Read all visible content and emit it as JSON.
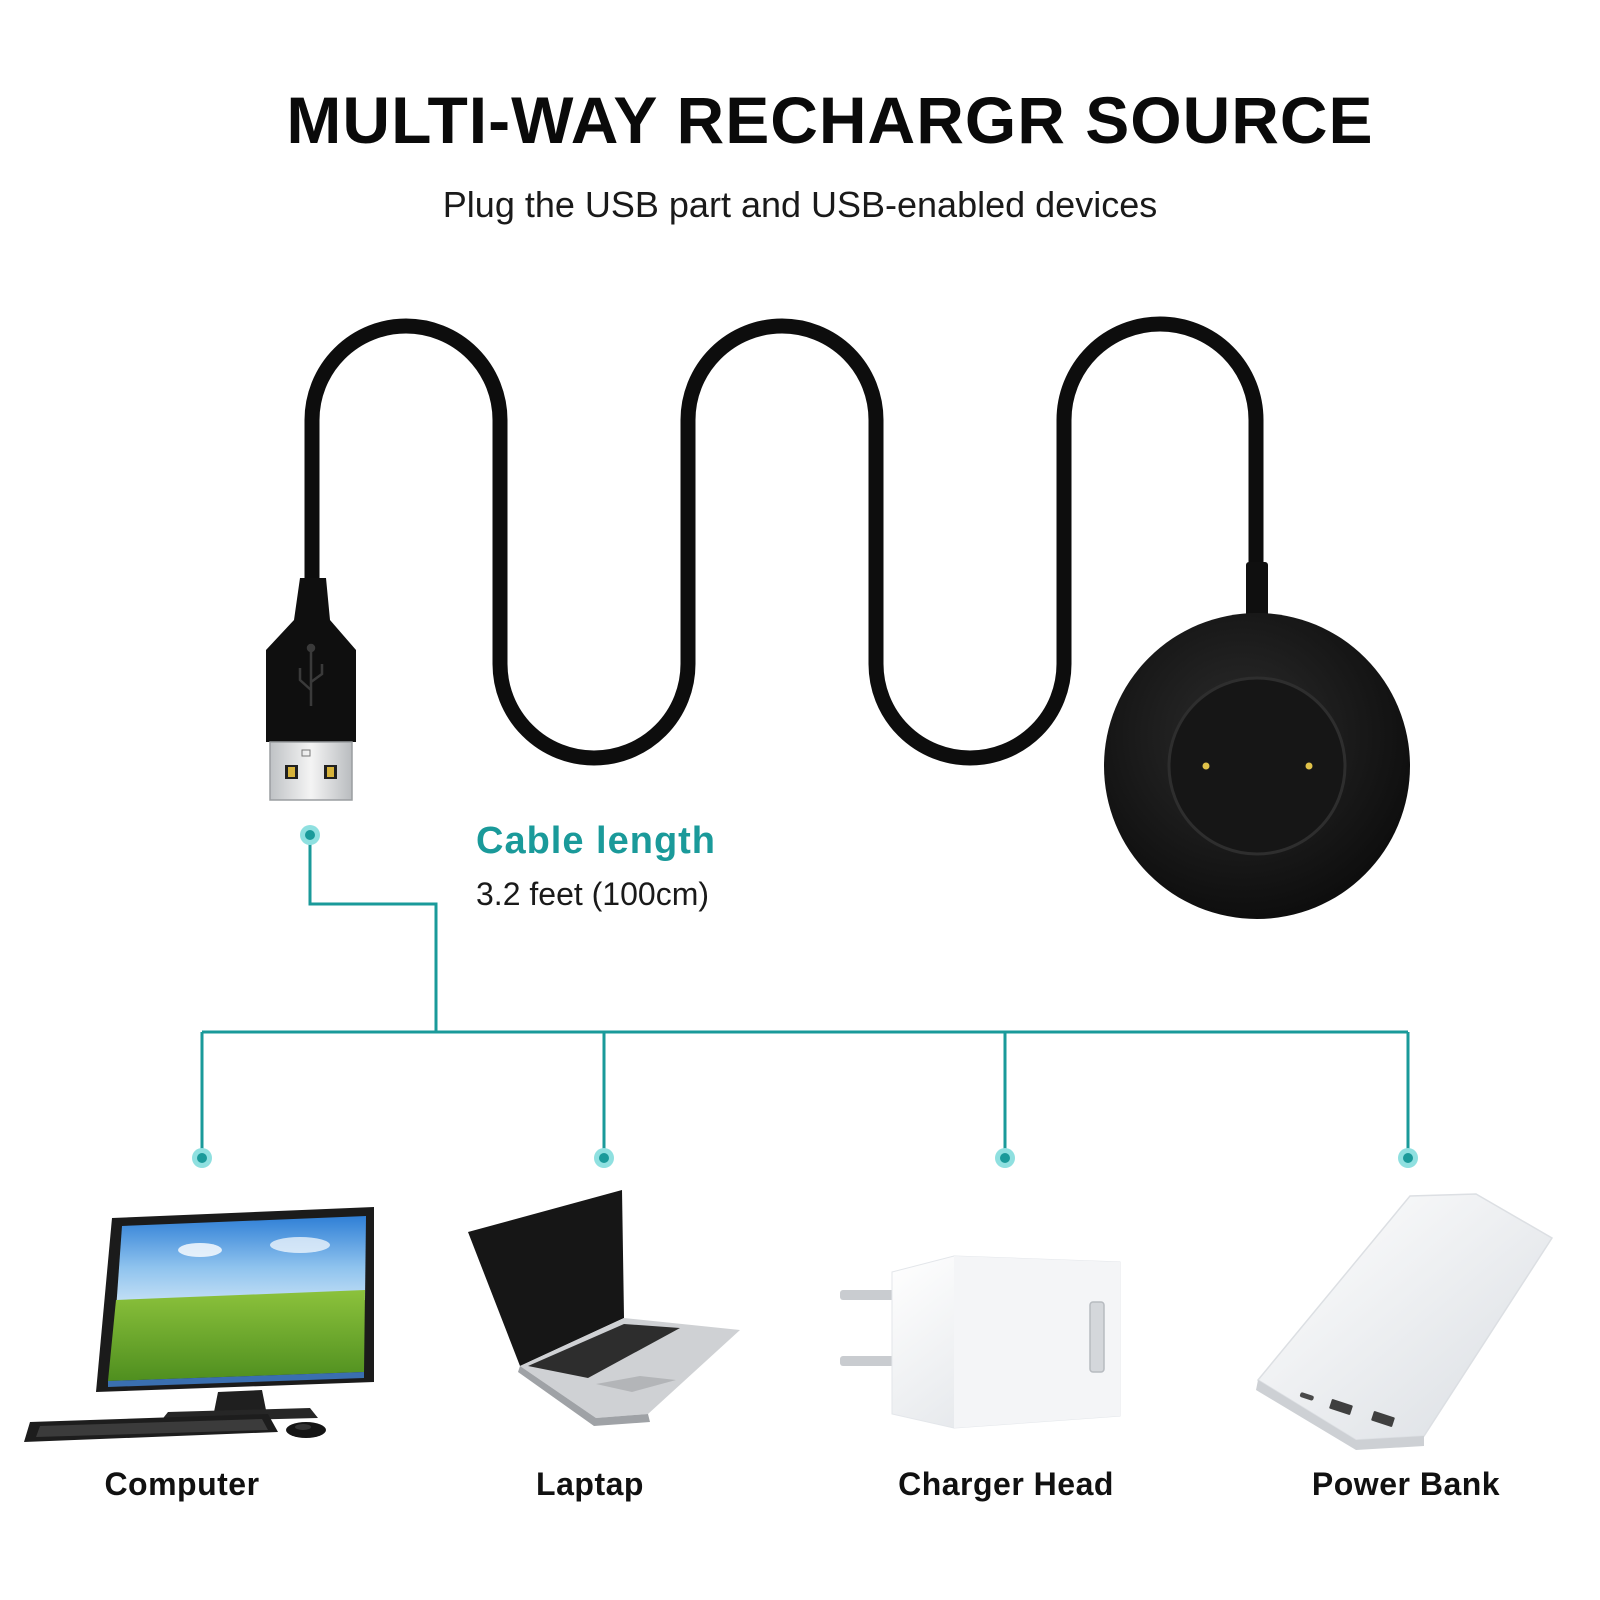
{
  "header": {
    "title": "MULTI-WAY RECHARGR SOURCE",
    "subtitle": "Plug the USB part and USB-enabled devices"
  },
  "cable": {
    "label": "Cable length",
    "value": "3.2 feet (100cm)"
  },
  "devices": [
    {
      "label": "Computer",
      "icon": "computer-monitor-icon"
    },
    {
      "label": "Laptap",
      "icon": "laptop-icon"
    },
    {
      "label": "Charger Head",
      "icon": "charger-head-icon"
    },
    {
      "label": "Power Bank",
      "icon": "power-bank-icon"
    }
  ],
  "colors": {
    "accent": "#1a9a9a",
    "cable": "#0d0d0d",
    "text": "#111111"
  }
}
